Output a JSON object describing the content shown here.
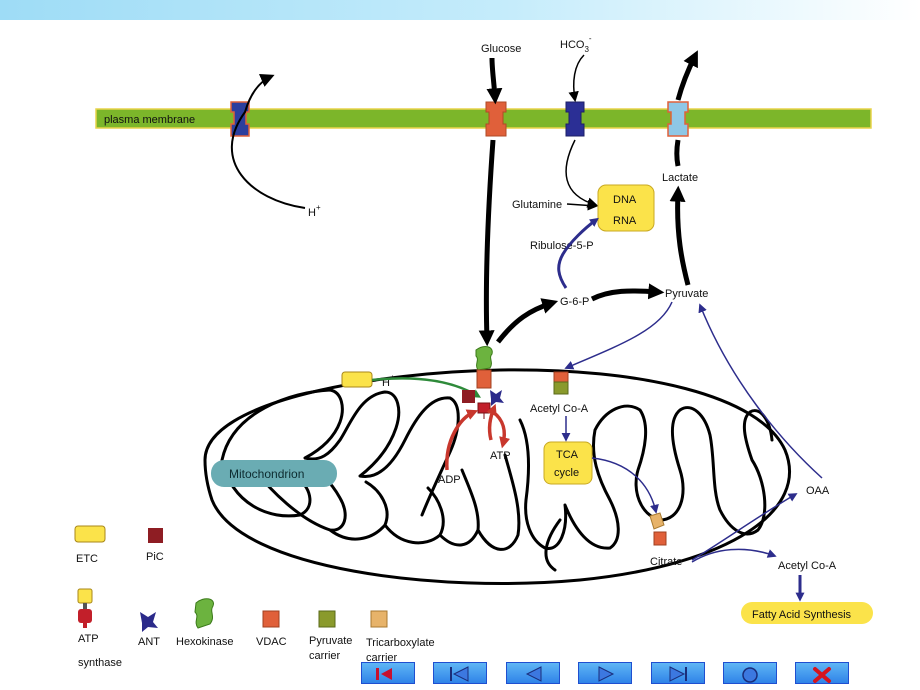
{
  "labels": {
    "plasma_membrane": "plasma membrane",
    "glucose": "Glucose",
    "hco3": "HCO",
    "hco3_sub": "3",
    "hco3_sup": "-",
    "lactate": "Lactate",
    "glutamine": "Glutamine",
    "dna": "DNA",
    "rna": "RNA",
    "ribulose": "Ribulose-5-P",
    "g6p": "G-6-P",
    "pyruvate": "Pyruvate",
    "h_plus_top": "H",
    "h_plus_mito": "H",
    "plus": "+",
    "acetyl_coa_mito": "Acetyl Co-A",
    "tca_line1": "TCA",
    "tca_line2": "cycle",
    "adp": "ADP",
    "atp": "ATP",
    "mitochondrion": "Mitochondrion",
    "oaa": "OAA",
    "citrate": "Citrate",
    "acetyl_coa_cyto": "Acetyl Co-A",
    "fatty_acid": "Fatty Acid Synthesis"
  },
  "legend": {
    "etc": "ETC",
    "pic": "PiC",
    "atp_synthase_1": "ATP",
    "atp_synthase_2": "synthase",
    "ant": "ANT",
    "hexokinase": "Hexokinase",
    "vdac": "VDAC",
    "pyruvate_carrier_1": "Pyruvate",
    "pyruvate_carrier_2": "carrier",
    "tricarboxylate_1": "Tricarboxylate",
    "tricarboxylate_2": "carrier"
  },
  "colors": {
    "membrane": "#7cb62a",
    "vdac": "#e0603a",
    "bicarb_transporter": "#2b2f95",
    "lactate_transporter": "#8ec7e6",
    "proton_transporter": "#2c3f9e",
    "etc": "#fbe34a",
    "pic": "#8e1d23",
    "ant": "#2b2a8a",
    "hexokinase": "#6cb33f",
    "pyruvate_carrier": "#8a9a2c",
    "tricarboxylate_carrier": "#e7b36a",
    "atp_synthase": "#c21f2a",
    "mitochondrion_label": "#6aacb3",
    "yellow_box": "#fbe34a",
    "blue_arrow": "#2d2d8c",
    "red_arrow": "#c8372d"
  },
  "nav_buttons": [
    "first-icon",
    "rewind-icon",
    "previous-icon",
    "play-icon",
    "last-icon",
    "stop-icon",
    "close-icon"
  ]
}
